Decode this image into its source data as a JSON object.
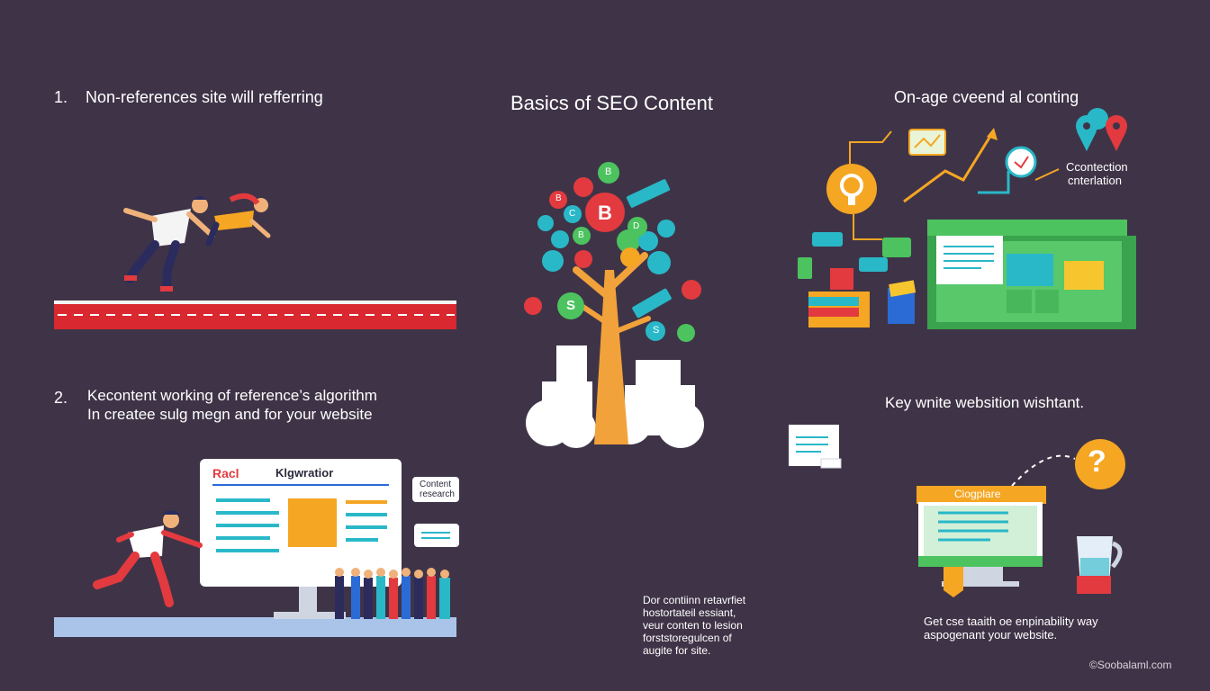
{
  "title": "Basics of SEO Content",
  "steps": [
    {
      "number": "1.",
      "line1": "Non-references site will refferring"
    },
    {
      "number": "2.",
      "line1": "Kecontent working of reference’s algorithm",
      "line2": "In createe sulg megn and for your website"
    }
  ],
  "right_top": {
    "heading": "On-age cveend al conting",
    "label_line1": "Ccontection",
    "label_line2": "cnterlation"
  },
  "right_mid": {
    "heading": "Key wnite websition wishtant."
  },
  "monitor_left": {
    "title_red": "Racl",
    "title_dark": "Klgwratior"
  },
  "bubble": {
    "line1": "Content",
    "line2": "research"
  },
  "tree": {
    "center_letter": "B",
    "coin_letters": [
      "B",
      "B",
      "C",
      "B",
      "D",
      "S",
      "S"
    ]
  },
  "center_caption": [
    "Dor contiinn retavrfiet",
    "hostortateil essiant,",
    "veur conten to lesion",
    "forststoregulcen of",
    "augite for site."
  ],
  "right_box": {
    "label": "Ciogplare"
  },
  "right_caption": {
    "line1": "Get cse taaith oe enpinability way",
    "line2": "aspogenant your website."
  },
  "watermark": "©Soobalaml.com",
  "colors": {
    "background": "#3f3447",
    "red": "#e23a3f",
    "orange": "#f5a623",
    "green": "#4cc35f",
    "teal": "#29b8c8",
    "yellow": "#f7c62f",
    "white": "#ffffff"
  }
}
